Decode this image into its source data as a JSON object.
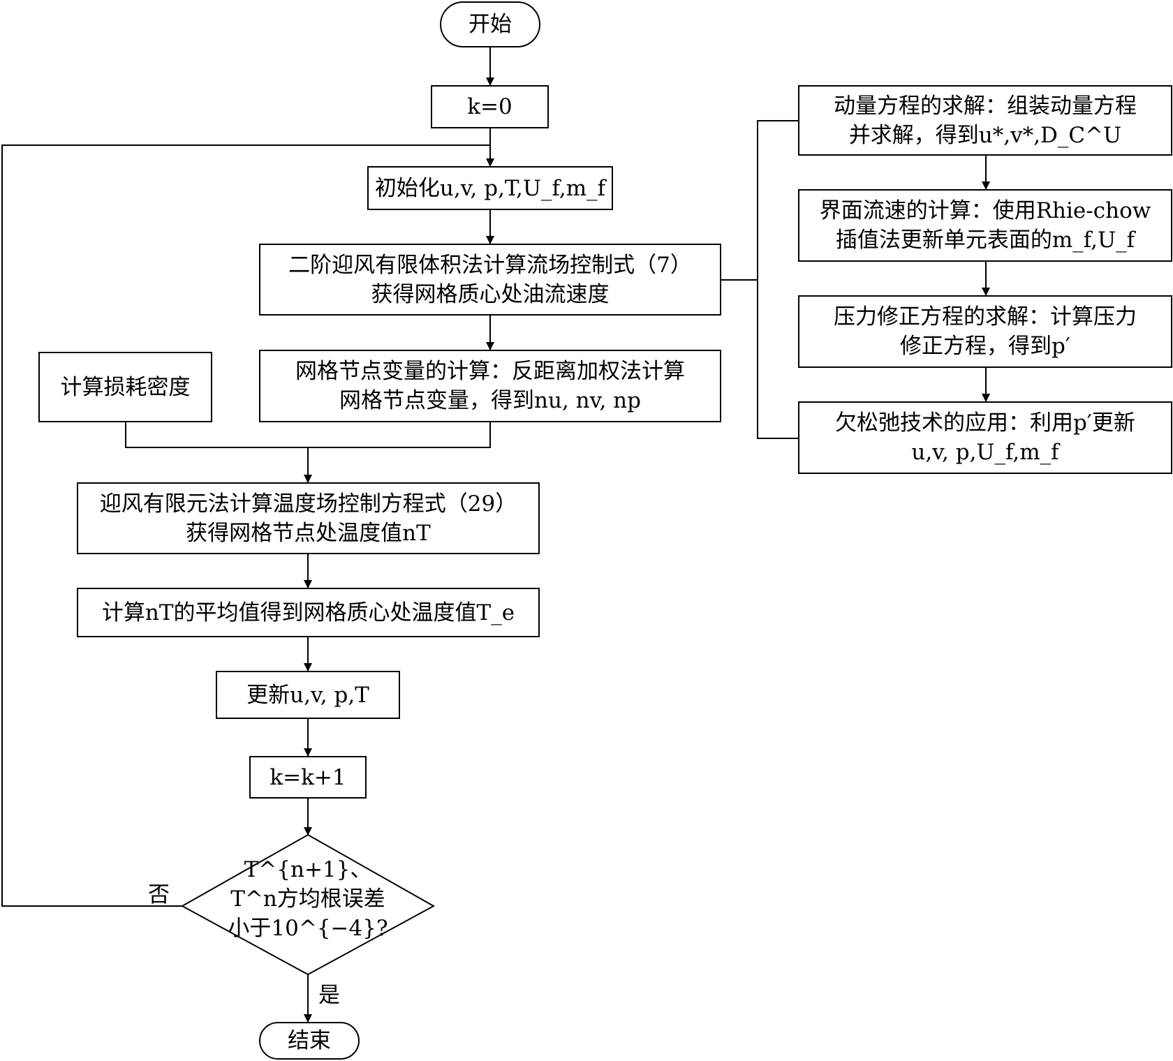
{
  "nodes": {
    "start": "开始",
    "init_k": "k=0",
    "init_vars": "初始化u,v, p,T,U_f,m_f",
    "flow_solve": [
      "二阶迎风有限体积法计算流场控制式（7）",
      "获得网格质心处油流速度"
    ],
    "node_vars": [
      "网格节点变量的计算：反距离加权法计算",
      "网格节点变量，得到nu, nv, np"
    ],
    "loss_density": "计算损耗密度",
    "temp_solve": [
      "迎风有限元法计算温度场控制方程式（29）",
      "获得网格节点处温度值nT"
    ],
    "avg_temp": "计算nT的平均值得到网格质心处温度值T_e",
    "update": "更新u,v, p,T",
    "increment": "k=k+1",
    "decision": [
      "T^{n+1}、",
      "T^n方均根误差",
      "小于10^{−4}?"
    ],
    "end": "结束"
  },
  "side_nodes": {
    "momentum": [
      "动量方程的求解：组装动量方程",
      "并求解，得到u*,v*,D_C^U"
    ],
    "interface": [
      "界面流速的计算：使用Rhie-chow",
      "插值法更新单元表面的m_f,U_f"
    ],
    "pressure": [
      "压力修正方程的求解：计算压力",
      "修正方程，得到p′"
    ],
    "relax": [
      "欠松弛技术的应用：利用p′更新",
      "u,v, p,U_f,m_f"
    ]
  },
  "edge_labels": {
    "no": "否",
    "yes": "是"
  }
}
